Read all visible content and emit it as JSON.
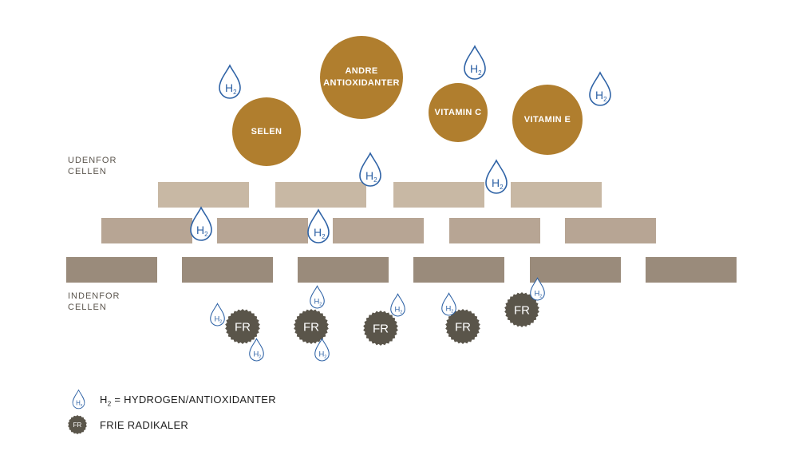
{
  "antioxidants": {
    "selen": "SELEN",
    "andre_line1": "ANDRE",
    "andre_line2": "ANTIOXIDANTER",
    "vitamin_c": "VITAMIN C",
    "vitamin_e": "VITAMIN E"
  },
  "labels": {
    "outside_line1": "UDENFOR",
    "outside_line2": "CELLEN",
    "inside_line1": "INDENFOR",
    "inside_line2": "CELLEN"
  },
  "molecule": {
    "symbol": "H",
    "subscript": "2"
  },
  "radical": {
    "symbol": "FR"
  },
  "legend": {
    "h2_symbol": "H",
    "h2_subscript": "2",
    "h2_text": " = HYDROGEN/ANTIOXIDANTER",
    "fr_icon": "FR",
    "fr_text": "FRIE RADIKALER"
  },
  "colors": {
    "antioxidant_gold": "#b07e2e",
    "hydrogen_blue": "#2f63a6",
    "radical_dark": "#5a554a",
    "wall_top": "#c8b8a4",
    "wall_middle": "#b7a594",
    "wall_bottom": "#9a8b7b"
  },
  "icons": [
    "hydrogen-drop-icon",
    "free-radical-icon"
  ]
}
